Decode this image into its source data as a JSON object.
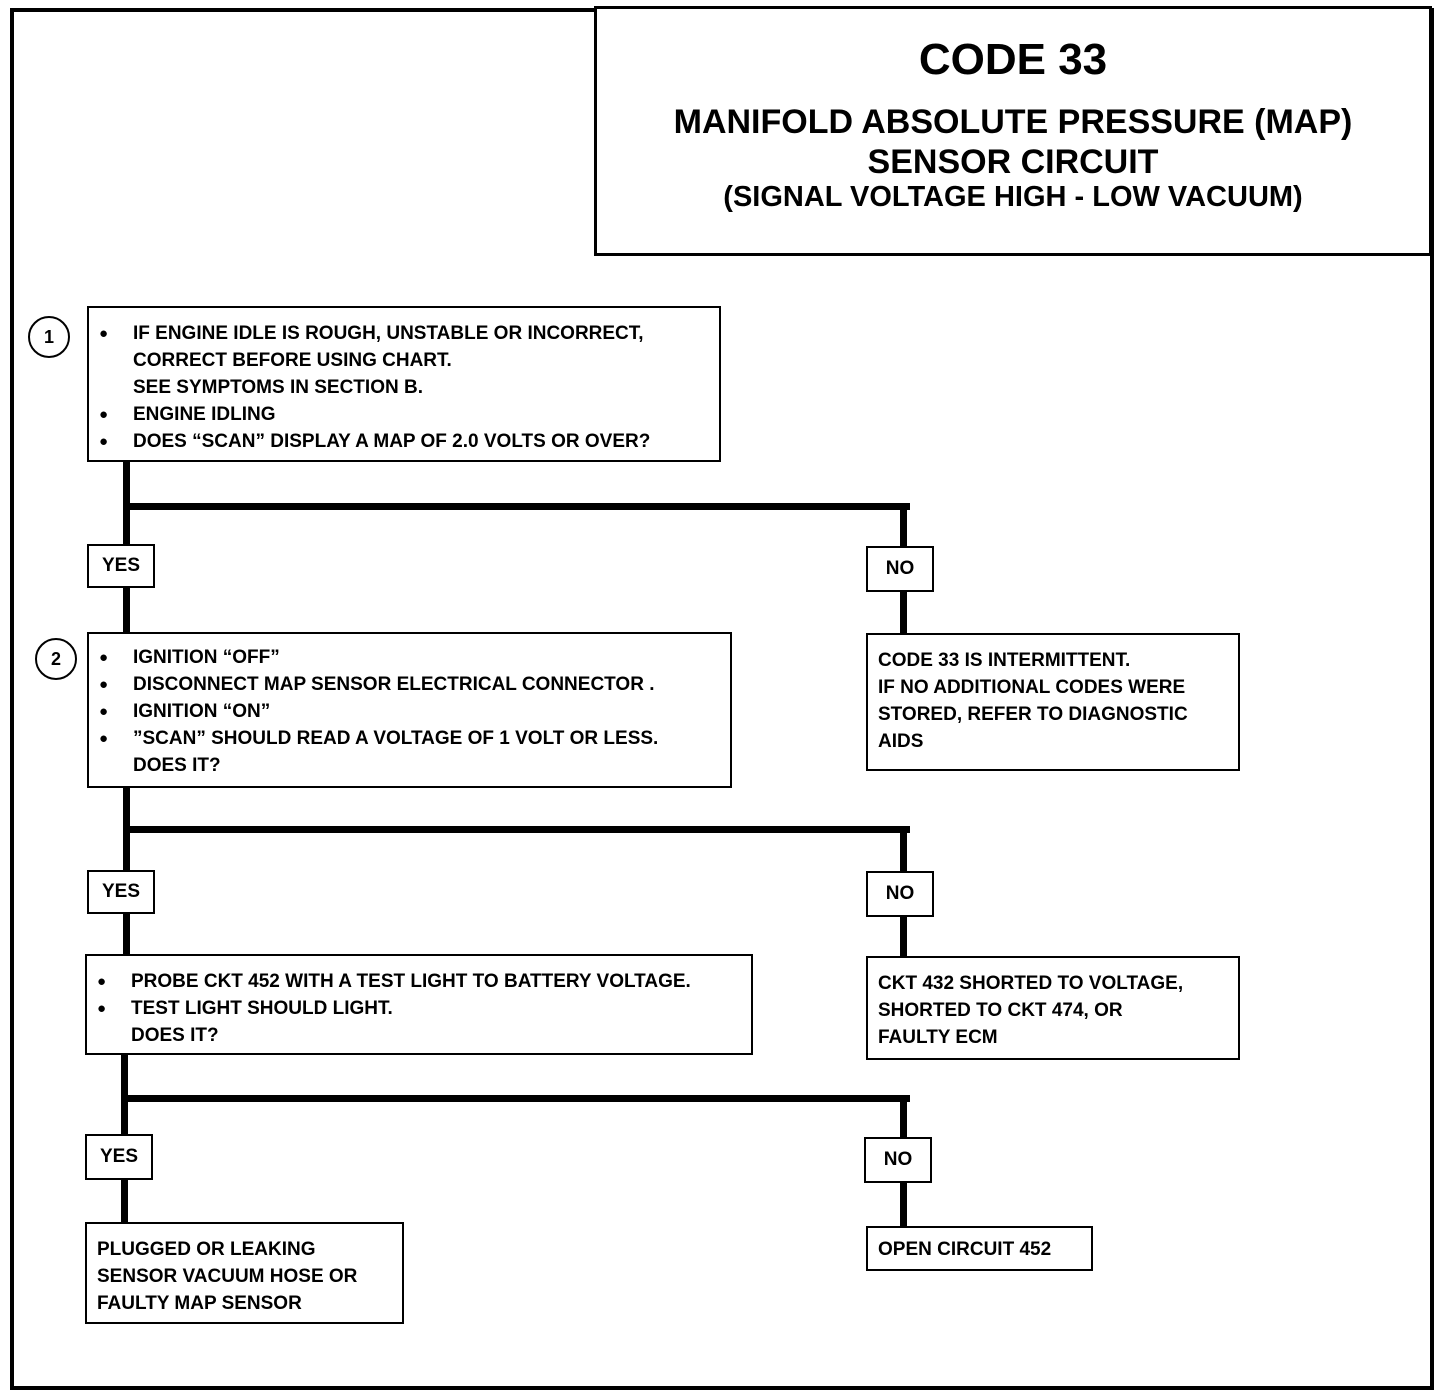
{
  "title": {
    "code": "CODE 33",
    "line1": "MANIFOLD ABSOLUTE PRESSURE (MAP)",
    "line2": "SENSOR CIRCUIT",
    "line3": "(SIGNAL VOLTAGE HIGH - LOW VACUUM)"
  },
  "step1": {
    "number": "1",
    "bullets": [
      [
        "IF ENGINE IDLE IS ROUGH, UNSTABLE OR INCORRECT,",
        "CORRECT BEFORE USING CHART.",
        "SEE SYMPTOMS IN SECTION B."
      ],
      [
        "ENGINE IDLING"
      ],
      [
        "DOES “SCAN” DISPLAY A MAP OF 2.0 VOLTS OR OVER?"
      ]
    ]
  },
  "step2": {
    "number": "2",
    "bullets": [
      [
        "IGNITION “OFF”"
      ],
      [
        "DISCONNECT MAP SENSOR ELECTRICAL CONNECTOR ."
      ],
      [
        "IGNITION “ON”"
      ],
      [
        "”SCAN” SHOULD READ  A VOLTAGE OF 1 VOLT OR LESS.",
        "DOES IT?"
      ]
    ]
  },
  "step3": {
    "bullets": [
      [
        "PROBE CKT 452 WITH A TEST LIGHT TO BATTERY VOLTAGE."
      ],
      [
        "TEST LIGHT SHOULD LIGHT.",
        "DOES IT?"
      ]
    ]
  },
  "labels": {
    "yes": "YES",
    "no": "NO"
  },
  "results": {
    "intermittent": [
      "CODE 33 IS INTERMITTENT.",
      "IF NO ADDITIONAL CODES WERE",
      "STORED, REFER TO DIAGNOSTIC",
      "AIDS"
    ],
    "ckt432": [
      "CKT 432 SHORTED TO VOLTAGE,",
      "SHORTED TO CKT 474, OR",
      "FAULTY ECM"
    ],
    "plugged": [
      "PLUGGED OR LEAKING",
      "SENSOR  VACUUM HOSE OR",
      "FAULTY MAP SENSOR"
    ],
    "open": [
      "OPEN CIRCUIT 452"
    ]
  }
}
